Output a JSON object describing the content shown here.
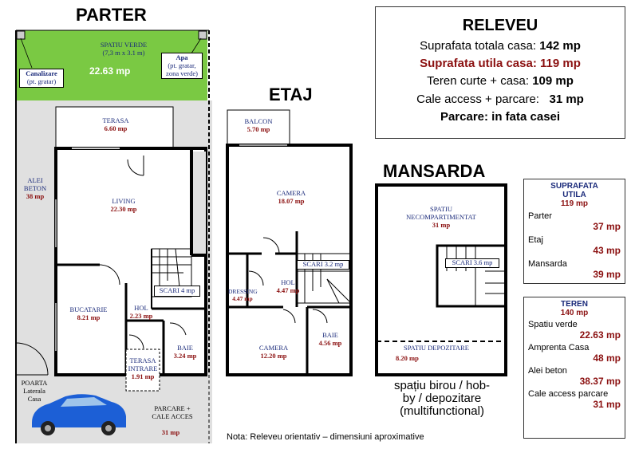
{
  "titles": {
    "parter": "PARTER",
    "etaj": "ETAJ",
    "mansarda": "MANSARDA"
  },
  "parter": {
    "spatiu_verde": {
      "name": "SPATIU VERDE",
      "dims": "(7,3 m x 3.1 m)",
      "area": "22.63 mp"
    },
    "canalizare": {
      "name": "Canalizare",
      "sub": "(pt. gratar)"
    },
    "apa": {
      "name": "Apa",
      "sub1": "(pt. gratar,",
      "sub2": "zona verde)"
    },
    "alei_beton": {
      "name1": "ALEI",
      "name2": "BETON",
      "area": "38 mp"
    },
    "terasa": {
      "name": "TERASA",
      "area": "6.60 mp"
    },
    "living": {
      "name": "LIVING",
      "area": "22.30 mp"
    },
    "scari": {
      "name": "SCARI 4 mp"
    },
    "bucatarie": {
      "name": "BUCATARIE",
      "area": "8.21 mp"
    },
    "hol": {
      "name": "HOL",
      "area": "2.23 mp"
    },
    "terasa_intrare": {
      "name1": "TERASA",
      "name2": "INTRARE",
      "area": "1.91 mp"
    },
    "baie": {
      "name": "BAIE",
      "area": "3.24 mp"
    },
    "poarta": {
      "name1": "POARTA",
      "name2": "Laterala",
      "name3": "Casa"
    },
    "parcare": {
      "name1": "PARCARE +",
      "name2": "CALE ACCES",
      "area": "31 mp"
    }
  },
  "etaj": {
    "balcon": {
      "name": "BALCON",
      "area": "5.70 mp"
    },
    "camera1": {
      "name": "CAMERA",
      "area": "18.07 mp"
    },
    "scari": {
      "name": "SCARI 3.2 mp"
    },
    "dressing": {
      "name": "DRESSING",
      "area": "4.47 mp"
    },
    "hol": {
      "name": "HOL",
      "area": "4.47 mp"
    },
    "baie": {
      "name": "BAIE",
      "area": "4.56 mp"
    },
    "camera2": {
      "name": "CAMERA",
      "area": "12.20 mp"
    }
  },
  "mansarda": {
    "spatiu": {
      "name1": "SPATIU",
      "name2": "NECOMPARTIMENTAT",
      "area": "31 mp"
    },
    "scari": {
      "name": "SCARI 3.6 mp"
    },
    "depozitare": {
      "name": "SPATIU DEPOZITARE",
      "area": "8.20 mp"
    },
    "multi1": "spațiu birou / hob-",
    "multi2": "by / depozitare",
    "multi3": "(multifunctional)"
  },
  "releveu": {
    "title": "RELEVEU",
    "l1_label": "Suprafata totala casa: ",
    "l1_val": "142 mp",
    "l2": "Suprafata utila casa: 119 mp",
    "l3_label": "Teren curte + casa: ",
    "l3_val": "109 mp",
    "l4_label": "Cale access + parcare:   ",
    "l4_val": "31 mp",
    "l5": "Parcare: in fata casei"
  },
  "suprafata_utila": {
    "title1": "SUPRAFATA",
    "title2": "UTILA",
    "total": "119 mp",
    "rows": [
      {
        "label": "Parter",
        "value": "37 mp"
      },
      {
        "label": "Etaj",
        "value": "43 mp"
      },
      {
        "label": "Mansarda",
        "value": "39 mp"
      }
    ]
  },
  "teren": {
    "title": "TEREN",
    "total": "140 mp",
    "rows": [
      {
        "label": "Spatiu verde",
        "value": "22.63 mp"
      },
      {
        "label": "Amprenta Casa",
        "value": "48 mp"
      },
      {
        "label": "Alei beton",
        "value": "38.37 mp"
      },
      {
        "label": "Cale access parcare",
        "value": "31 mp"
      }
    ]
  },
  "note": "Nota: Releveu orientativ – dimensiuni aproximative",
  "colors": {
    "green": "#7ac943",
    "gray": "#e0e0e0",
    "wall": "#000000",
    "label": "#1a2a7a",
    "area": "#8b1010",
    "car": "#1c5fd6"
  }
}
